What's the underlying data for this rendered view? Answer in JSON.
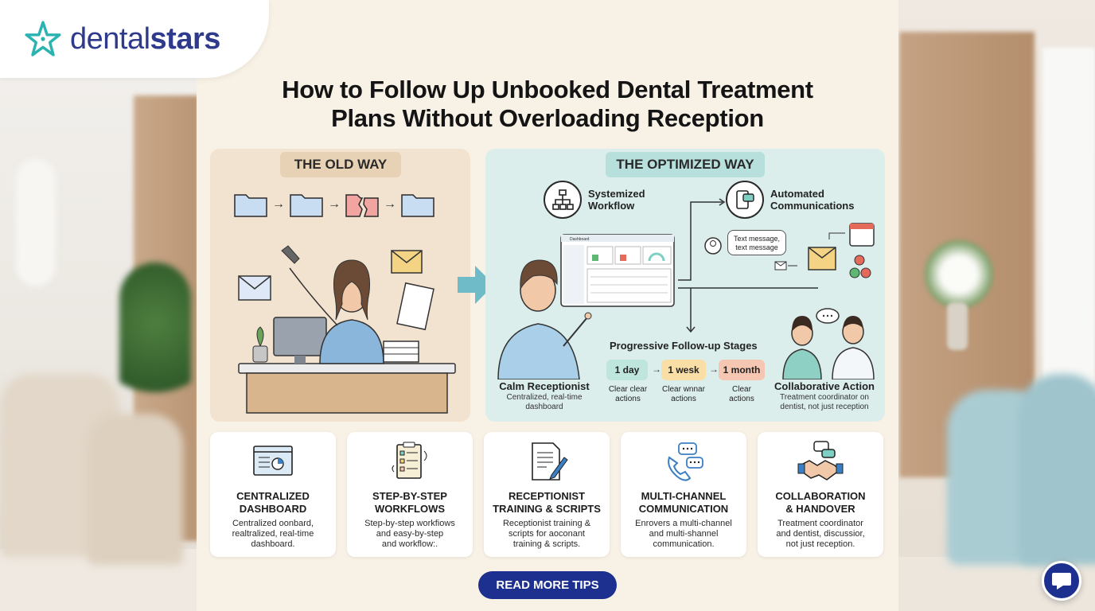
{
  "brand": {
    "name_part1": "dental",
    "name_part2": "stars",
    "accent": "#2e3b8c",
    "star_color": "#2bb3b1"
  },
  "title_line1": "How to Follow Up Unbooked Dental Treatment",
  "title_line2": "Plans Without Overloading Reception",
  "old_way": {
    "label": "THE OLD WAY"
  },
  "optimized_way": {
    "label": "THE OPTIMIZED WAY",
    "systemized": {
      "line1": "Systemized",
      "line2": "Workflow",
      "icon": "workflow-icon"
    },
    "automated": {
      "line1": "Automated",
      "line2": "Communications",
      "icon": "phone-chat-icon"
    },
    "bubble": {
      "line1": "Text message,",
      "line2": "text message"
    },
    "dashboard_title": "Dashboard",
    "stages_title": "Progressive Follow-up Stages",
    "stages": [
      {
        "label": "1 day",
        "cap1": "Clear clear",
        "cap2": "actions",
        "color": "#bfe6dd"
      },
      {
        "label": "1 wesk",
        "cap1": "Clear wnnar",
        "cap2": "actions",
        "color": "#f9dfa6"
      },
      {
        "label": "1 month",
        "cap1": "Clear",
        "cap2": "actions",
        "color": "#f5c6b2"
      }
    ],
    "calm": {
      "title": "Calm Receptionist",
      "sub1": "Centralized, real-time",
      "sub2": "dashboard"
    },
    "collab": {
      "title": "Collaborative Action",
      "sub1": "Treatment coordinator on",
      "sub2": "dentist, not just reception"
    }
  },
  "features": [
    {
      "icon": "dashboard-icon",
      "t1": "CENTRALIZED",
      "t2": "DASHBOARD",
      "d1": "Centralized oonbard,",
      "d2": "realtralized, real-time",
      "d3": "dashboard."
    },
    {
      "icon": "checklist-icon",
      "t1": "STEP-BY-STEP",
      "t2": "WORKFLOWS",
      "d1": "Step-by-step workfiows",
      "d2": "and easy-by-step",
      "d3": "and workflow:."
    },
    {
      "icon": "script-icon",
      "t1": "RECEPTIONIST",
      "t2": "TRAINING & SCRIPTS",
      "d1": "Receptionist training &",
      "d2": "scripts for aoconant",
      "d3": "training & scripts."
    },
    {
      "icon": "phone-chat-icon",
      "t1": "MULTI-CHANNEL",
      "t2": "COMMUNICATION",
      "d1": "Enrovers a multi-channel",
      "d2": "and multi-shannel",
      "d3": "communication."
    },
    {
      "icon": "handshake-icon",
      "t1": "COLLABORATION",
      "t2": "& HANDOVER",
      "d1": "Treatment coordinator",
      "d2": "and dentist, discussior,",
      "d3": "not just reception."
    }
  ],
  "cta": {
    "label": "READ MORE TIPS"
  },
  "chat": {
    "icon": "chat-icon"
  }
}
